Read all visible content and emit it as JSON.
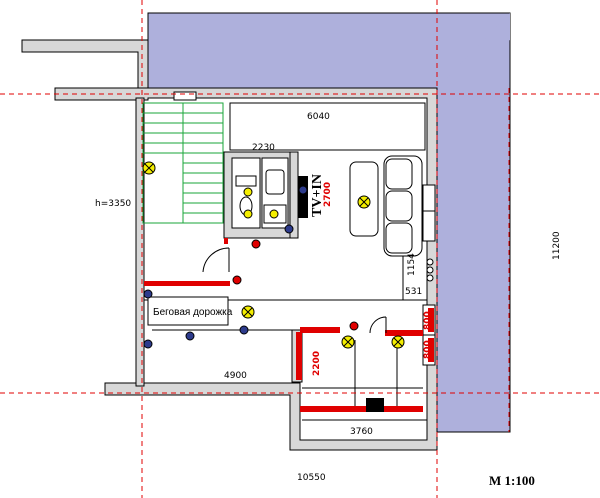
{
  "dimensions": {
    "top_room_width": "6040",
    "bathroom_width": "2230",
    "ceiling_height": "h=3350",
    "lower_hall_width": "4900",
    "bottom_room_width": "3760",
    "total_width": "10550",
    "total_height": "11200",
    "sofa_gap_a": "1154",
    "sofa_gap_b": "531",
    "tv_offset": "2700",
    "bottom_room_depth": "2200",
    "door_width_upper": "800",
    "door_width_lower": "800"
  },
  "labels": {
    "treadmill": "Беговая дорожка",
    "tv_label": "TV+IN",
    "scale": "M 1:100"
  },
  "colors": {
    "roof": "#aeb0dc",
    "wall_fill": "#d8d8d8",
    "stair_green": "#1aa53a",
    "accent_red": "#e00000",
    "guide_line": "#e00000",
    "lamp_yellow": "#f4ee00"
  }
}
